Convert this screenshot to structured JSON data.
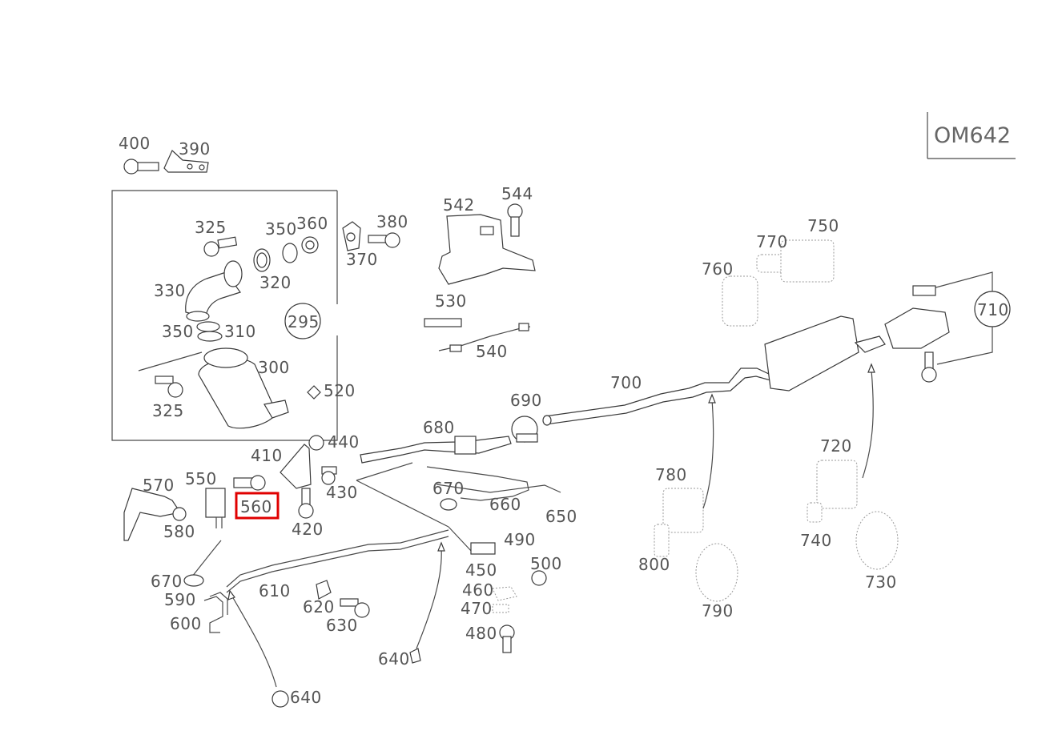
{
  "engine_code": "OM642",
  "highlighted_part": "560",
  "colors": {
    "highlight": "#e00000",
    "linework": "#4a4a4a",
    "label": "#555555"
  },
  "labels": [
    "400",
    "390",
    "325",
    "350",
    "360",
    "380",
    "370",
    "330",
    "320",
    "295",
    "350",
    "310",
    "300",
    "325",
    "520",
    "542",
    "544",
    "530",
    "540",
    "690",
    "680",
    "700",
    "710",
    "770",
    "750",
    "760",
    "720",
    "730",
    "740",
    "780",
    "800",
    "790",
    "410",
    "440",
    "430",
    "420",
    "570",
    "550",
    "560",
    "580",
    "670",
    "660",
    "650",
    "490",
    "500",
    "450",
    "460",
    "470",
    "480",
    "670",
    "590",
    "610",
    "620",
    "630",
    "600",
    "640",
    "640"
  ]
}
